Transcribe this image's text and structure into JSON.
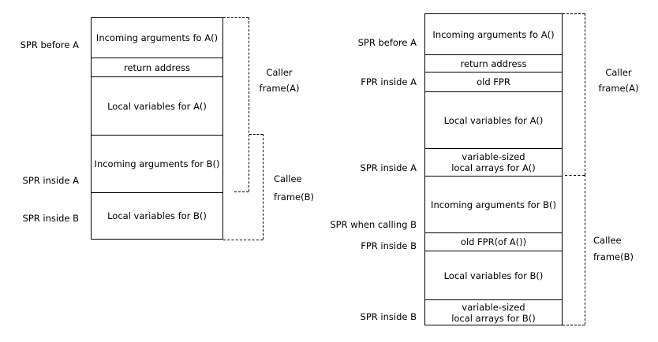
{
  "left_diagram": {
    "pointers": {
      "spr_before_a": "SPR before A",
      "spr_inside_a": "SPR inside A",
      "spr_inside_b": "SPR inside B"
    },
    "cells": [
      "Incoming arguments fo A()",
      "return address",
      "Local variables for A()",
      "Incoming arguments for B()",
      "Local variables for B()"
    ],
    "caller_frame_label": "Caller\nframe(A)",
    "callee_frame_label": "Callee\nframe(B)"
  },
  "right_diagram": {
    "pointers": {
      "spr_before_a": "SPR before A",
      "fpr_inside_a": "FPR inside A",
      "spr_inside_a": "SPR inside A",
      "spr_when_calling_b": "SPR when calling B",
      "fpr_inside_b": "FPR inside B",
      "spr_inside_b": "SPR inside B"
    },
    "cells": [
      "Incoming arguments fo A()",
      "return address",
      "old FPR",
      "Local variables for A()",
      "variable-sized\nlocal arrays for A()",
      "Incoming arguments for B()",
      "old FPR(of A())",
      "Local variables for B()",
      "variable-sized\nlocal arrays for B()"
    ],
    "caller_frame_label": "Caller\nframe(A)",
    "callee_frame_label": "Callee\nframe(B)"
  },
  "colors": {
    "background": "#ffffff",
    "line": "#000000",
    "text": "#000000"
  }
}
